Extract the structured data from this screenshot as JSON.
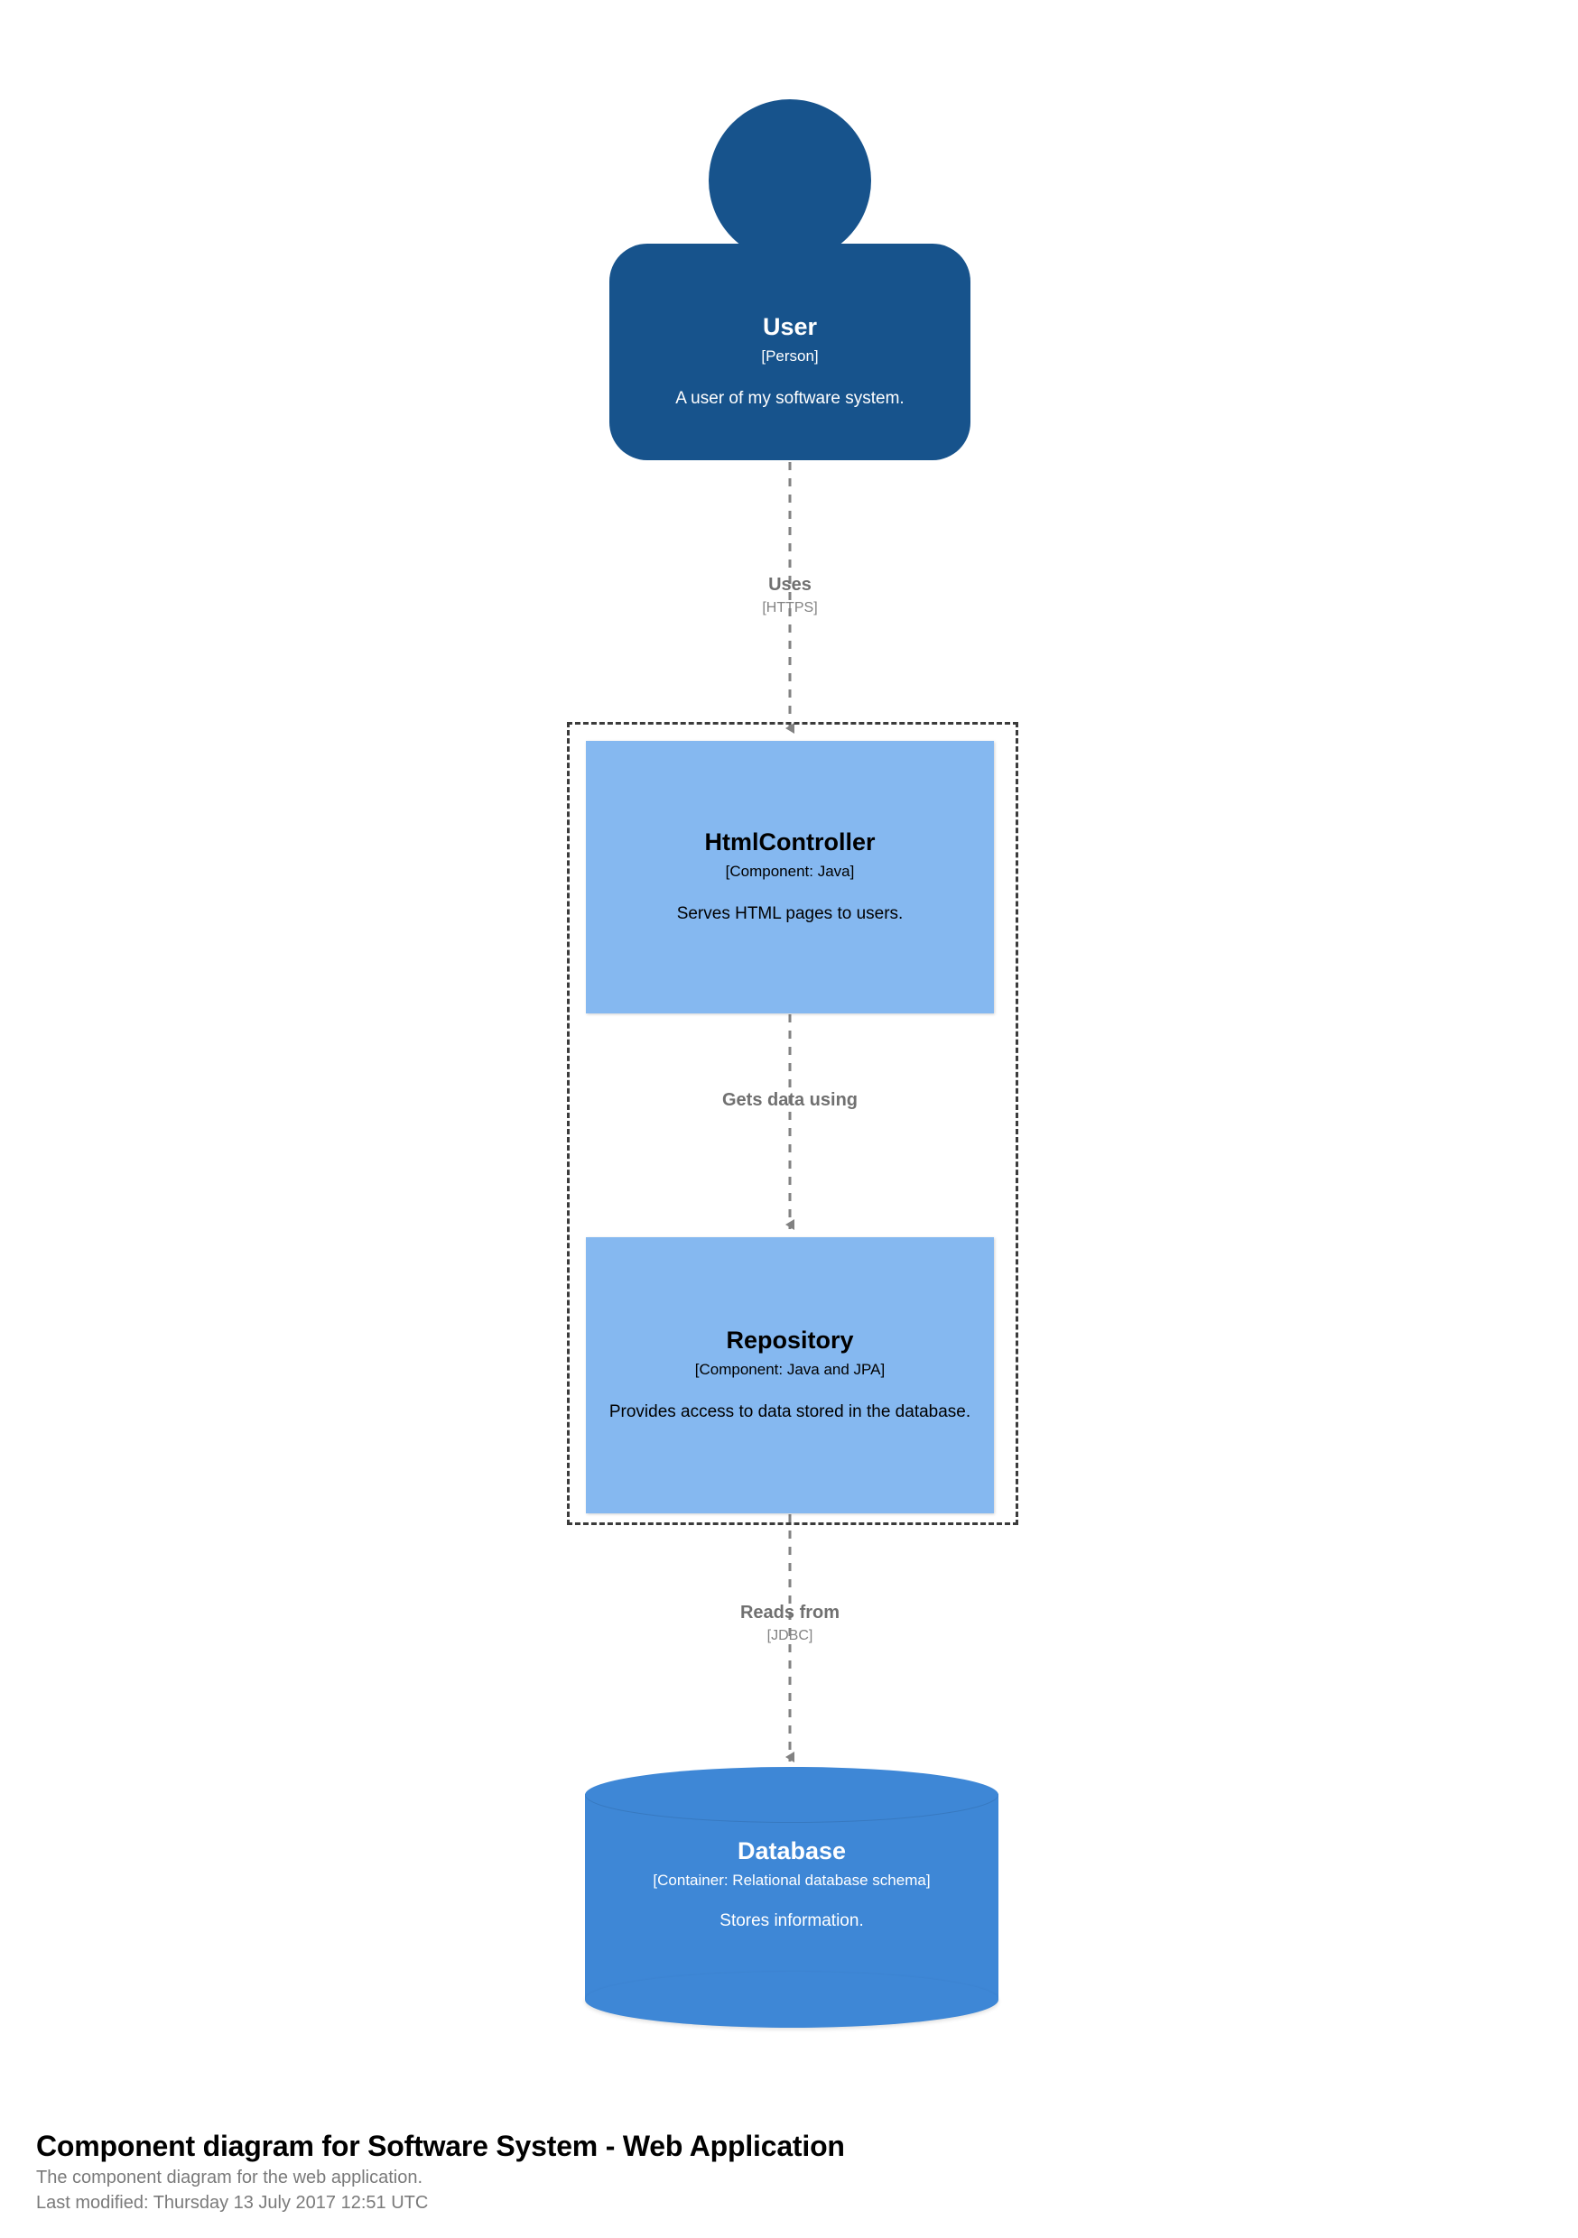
{
  "diagram": {
    "nodes": [
      {
        "id": "user",
        "shape": "person",
        "name": "User",
        "technology": "[Person]",
        "description": "A user of my software system.",
        "color": "#17538C",
        "text_color": "#FFFFFF"
      },
      {
        "id": "htmlcontroller",
        "shape": "component",
        "name": "HtmlController",
        "technology": "[Component: Java]",
        "description": "Serves HTML pages to users.",
        "color": "#85B8F0",
        "text_color": "#000000"
      },
      {
        "id": "repository",
        "shape": "component",
        "name": "Repository",
        "technology": "[Component: Java and JPA]",
        "description": "Provides access to data stored in the database.",
        "color": "#85B8F0",
        "text_color": "#000000"
      },
      {
        "id": "database",
        "shape": "cylinder",
        "name": "Database",
        "technology": "[Container: Relational database schema]",
        "description": "Stores information.",
        "color": "#3E87D6",
        "text_color": "#FFFFFF"
      }
    ],
    "relationships": [
      {
        "id": "uses",
        "from": "user",
        "to": "htmlcontroller",
        "description": "Uses",
        "technology": "[HTTPS]",
        "style": "dashed",
        "color": "#707070"
      },
      {
        "id": "gets-data-using",
        "from": "htmlcontroller",
        "to": "repository",
        "description": "Gets data using",
        "technology": "",
        "style": "dashed",
        "color": "#707070"
      },
      {
        "id": "reads-from",
        "from": "repository",
        "to": "database",
        "description": "Reads from",
        "technology": "[JDBC]",
        "style": "dashed",
        "color": "#707070"
      }
    ],
    "boundary": {
      "style": "dashed",
      "color": "#3B3B3B",
      "label": ""
    }
  },
  "caption": {
    "title": "Component diagram for Software System - Web Application",
    "description": "The component diagram for the web application.",
    "last_modified": "Last modified: Thursday 13 July 2017 12:51 UTC"
  }
}
